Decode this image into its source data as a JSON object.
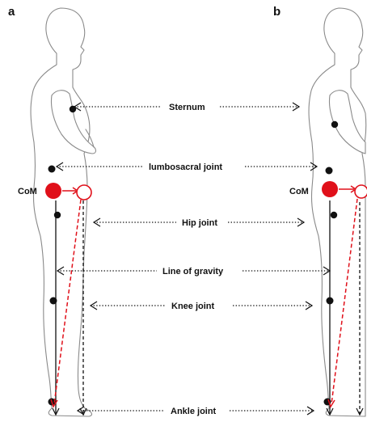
{
  "panels": {
    "a": {
      "label": "a",
      "com_label": "CoM"
    },
    "b": {
      "label": "b",
      "com_label": "CoM"
    }
  },
  "labels": {
    "sternum": "Sternum",
    "lumbosacral": "lumbosacral joint",
    "hip": "Hip joint",
    "gravity": "Line of gravity",
    "knee": "Knee joint",
    "ankle": "Ankle joint"
  },
  "colors": {
    "com_fill": "#e0101a",
    "joint_dot": "#111111",
    "outline": "#8a8a8a"
  }
}
